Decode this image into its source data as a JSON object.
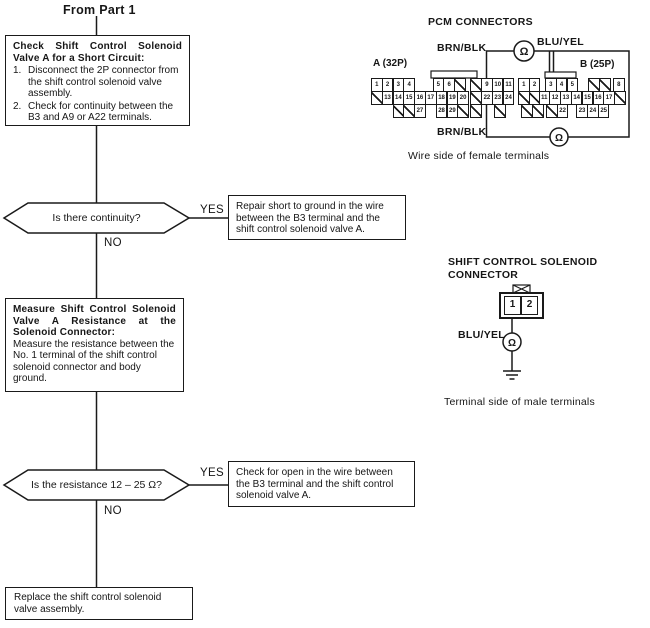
{
  "flow": {
    "from_label": "From Part 1",
    "box1": {
      "heading": "Check Shift Control Solenoid Valve A for a Short Circuit:",
      "items": [
        {
          "num": "1.",
          "text": "Disconnect the 2P connector from the shift control solenoid valve assembly."
        },
        {
          "num": "2.",
          "text": "Check for continuity between the B3 and A9 or A22 terminals."
        }
      ]
    },
    "decision1": {
      "question": "Is there continuity?",
      "yes_label": "YES",
      "no_label": "NO"
    },
    "repair_box": {
      "text": "Repair short to ground in the wire between the B3 terminal and the shift control solenoid valve A."
    },
    "box2": {
      "heading": "Measure Shift Control Solenoid Valve A Resistance at the Solenoid Connector:",
      "body": "Measure the resistance between the No. 1 terminal of the shift control solenoid connector and body ground."
    },
    "decision2": {
      "question": "Is the resistance 12 – 25 Ω?",
      "yes_label": "YES",
      "no_label": "NO"
    },
    "check_box": {
      "text": "Check for open in the wire between the B3 terminal and the shift control solenoid valve A."
    },
    "box3": {
      "text": "Replace the shift control solenoid valve assembly."
    }
  },
  "pcm": {
    "title": "PCM CONNECTORS",
    "connector_a_label": "A (32P)",
    "connector_b_label": "B (25P)",
    "wire_top_label": "BRN/BLK",
    "wire_bottom_label": "BRN/BLK",
    "wire_blu_label": "BLU/YEL",
    "caption": "Wire side of female terminals",
    "ohm_symbol": "Ω",
    "connector_a": {
      "cells": [
        {
          "c": 0,
          "r": 0,
          "n": "1"
        },
        {
          "c": 1,
          "r": 0,
          "n": "2"
        },
        {
          "c": 2,
          "r": 0,
          "n": "3"
        },
        {
          "c": 3,
          "r": 0,
          "n": "4"
        },
        {
          "c": 5.7,
          "r": 0,
          "n": "5"
        },
        {
          "c": 6.7,
          "r": 0,
          "n": "6"
        },
        {
          "c": 7.7,
          "r": 0,
          "h": true
        },
        {
          "c": 9.2,
          "r": 0,
          "h": true
        },
        {
          "c": 10.2,
          "r": 0,
          "n": "9"
        },
        {
          "c": 11.2,
          "r": 0,
          "n": "10"
        },
        {
          "c": 12.2,
          "r": 0,
          "n": "11"
        },
        {
          "c": 0,
          "r": 1,
          "h": true
        },
        {
          "c": 1,
          "r": 1,
          "n": "13"
        },
        {
          "c": 2,
          "r": 1,
          "n": "14"
        },
        {
          "c": 3,
          "r": 1,
          "n": "15"
        },
        {
          "c": 4,
          "r": 1,
          "n": "16"
        },
        {
          "c": 5,
          "r": 1,
          "n": "17"
        },
        {
          "c": 6,
          "r": 1,
          "n": "18"
        },
        {
          "c": 7,
          "r": 1,
          "n": "19"
        },
        {
          "c": 8,
          "r": 1,
          "n": "20"
        },
        {
          "c": 9.2,
          "r": 1,
          "h": true
        },
        {
          "c": 10.2,
          "r": 1,
          "n": "22"
        },
        {
          "c": 11.2,
          "r": 1,
          "n": "23"
        },
        {
          "c": 12.2,
          "r": 1,
          "n": "24"
        },
        {
          "c": 2,
          "r": 2,
          "h": true
        },
        {
          "c": 3,
          "r": 2,
          "h": true
        },
        {
          "c": 4,
          "r": 2,
          "n": "27"
        },
        {
          "c": 6,
          "r": 2,
          "n": "28"
        },
        {
          "c": 7,
          "r": 2,
          "n": "29"
        },
        {
          "c": 8,
          "r": 2,
          "h": true
        },
        {
          "c": 9.2,
          "r": 2,
          "h": true
        },
        {
          "c": 11.4,
          "r": 2,
          "h": true
        }
      ]
    },
    "connector_b": {
      "cells": [
        {
          "c": 0,
          "r": 0,
          "n": "1"
        },
        {
          "c": 1,
          "r": 0,
          "n": "2"
        },
        {
          "c": 2.5,
          "r": 0,
          "n": "3"
        },
        {
          "c": 3.5,
          "r": 0,
          "n": "4"
        },
        {
          "c": 4.5,
          "r": 0,
          "n": "5"
        },
        {
          "c": 6.5,
          "r": 0,
          "h": true
        },
        {
          "c": 7.5,
          "r": 0,
          "h": true
        },
        {
          "c": 8.8,
          "r": 0,
          "n": "8"
        },
        {
          "c": 0,
          "r": 1,
          "h": true
        },
        {
          "c": 1,
          "r": 1,
          "h": true
        },
        {
          "c": 1.9,
          "r": 1,
          "n": "11"
        },
        {
          "c": 2.9,
          "r": 1,
          "n": "12"
        },
        {
          "c": 3.9,
          "r": 1,
          "n": "13"
        },
        {
          "c": 4.9,
          "r": 1,
          "n": "14"
        },
        {
          "c": 5.9,
          "r": 1,
          "n": "15"
        },
        {
          "c": 6.9,
          "r": 1,
          "n": "16"
        },
        {
          "c": 7.9,
          "r": 1,
          "n": "17"
        },
        {
          "c": 8.9,
          "r": 1,
          "h": true
        },
        {
          "c": 0.3,
          "r": 2,
          "h": true
        },
        {
          "c": 1.3,
          "r": 2,
          "h": true
        },
        {
          "c": 2.6,
          "r": 2,
          "h": true
        },
        {
          "c": 3.6,
          "r": 2,
          "n": "22"
        },
        {
          "c": 5.4,
          "r": 2,
          "n": "23"
        },
        {
          "c": 6.4,
          "r": 2,
          "n": "24"
        },
        {
          "c": 7.4,
          "r": 2,
          "n": "25"
        }
      ]
    }
  },
  "solenoid": {
    "title": "SHIFT CONTROL SOLENOID CONNECTOR",
    "wire_label": "BLU/YEL",
    "ohm_symbol": "Ω",
    "terminals": [
      "1",
      "2"
    ],
    "caption": "Terminal side of male terminals"
  },
  "colors": {
    "ink": "#1a1a1a",
    "paper": "#ffffff"
  }
}
